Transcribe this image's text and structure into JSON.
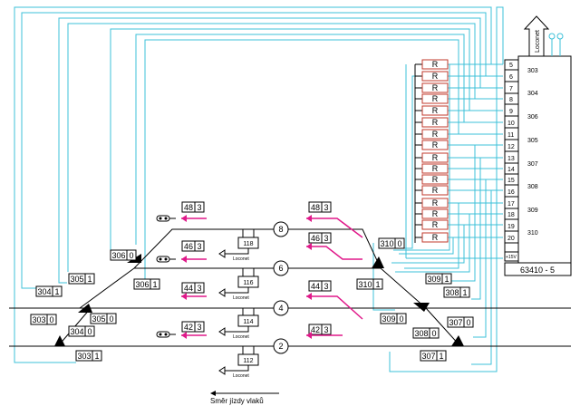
{
  "labels": {
    "decoder_name": "63410 - 5",
    "loconet_top": "Loconet",
    "loconet_small": "Loconet",
    "direction": "Směr jízdy vlaků",
    "v15": "+15V"
  },
  "tracks": [
    "8",
    "6",
    "4",
    "2"
  ],
  "section_modules": [
    "118",
    "116",
    "114",
    "112"
  ],
  "resistor": "R",
  "decoder_pins": [
    "5",
    "6",
    "7",
    "8",
    "9",
    "10",
    "11",
    "12",
    "13",
    "14",
    "15",
    "16",
    "17",
    "18",
    "19",
    "20"
  ],
  "decoder_groups": [
    "303",
    "304",
    "306",
    "305",
    "307",
    "308",
    "309",
    "310"
  ],
  "signals_left": [
    [
      "48",
      "3"
    ],
    [
      "46",
      "3"
    ],
    [
      "44",
      "3"
    ],
    [
      "42",
      "3"
    ]
  ],
  "signals_mid": [
    [
      "48",
      "3"
    ],
    [
      "46",
      "3"
    ],
    [
      "44",
      "3"
    ],
    [
      "42",
      "3"
    ]
  ],
  "turnouts": {
    "t306a": [
      "306",
      "0"
    ],
    "t306b": [
      "306",
      "1"
    ],
    "t305a": [
      "305",
      "1"
    ],
    "t305b": [
      "305",
      "0"
    ],
    "t304a": [
      "304",
      "1"
    ],
    "t304b": [
      "304",
      "0"
    ],
    "t303a": [
      "303",
      "0"
    ],
    "t303b": [
      "303",
      "1"
    ],
    "t310a": [
      "310",
      "0"
    ],
    "t310b": [
      "310",
      "1"
    ],
    "t309a": [
      "309",
      "1"
    ],
    "t309b": [
      "309",
      "0"
    ],
    "t308a": [
      "308",
      "1"
    ],
    "t308b": [
      "308",
      "0"
    ],
    "t307a": [
      "307",
      "0"
    ],
    "t307b": [
      "307",
      "1"
    ]
  },
  "colors": {
    "wire": "#3cc0d8",
    "signal": "#e0198a",
    "line": "#000000"
  }
}
